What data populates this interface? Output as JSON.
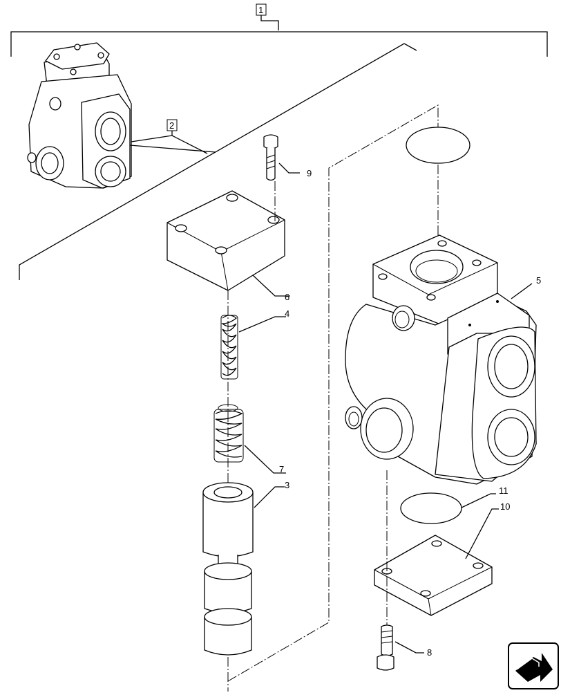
{
  "diagram": {
    "callouts": [
      {
        "id": "1",
        "boxed": true
      },
      {
        "id": "2",
        "boxed": true
      },
      {
        "id": "9",
        "boxed": false
      },
      {
        "id": "6",
        "boxed": false
      },
      {
        "id": "4",
        "boxed": false
      },
      {
        "id": "7",
        "boxed": false
      },
      {
        "id": "3",
        "boxed": false
      },
      {
        "id": "5",
        "boxed": false
      },
      {
        "id": "11",
        "boxed": false
      },
      {
        "id": "10",
        "boxed": false
      },
      {
        "id": "8",
        "boxed": false
      }
    ],
    "nav_icon": "next-page-arrow-icon"
  }
}
